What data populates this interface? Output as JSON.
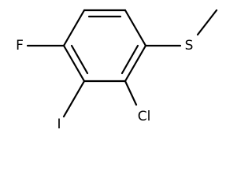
{
  "molecule": {
    "atoms": {
      "f": "F",
      "s": "S",
      "i": "I",
      "cl": "Cl"
    }
  }
}
